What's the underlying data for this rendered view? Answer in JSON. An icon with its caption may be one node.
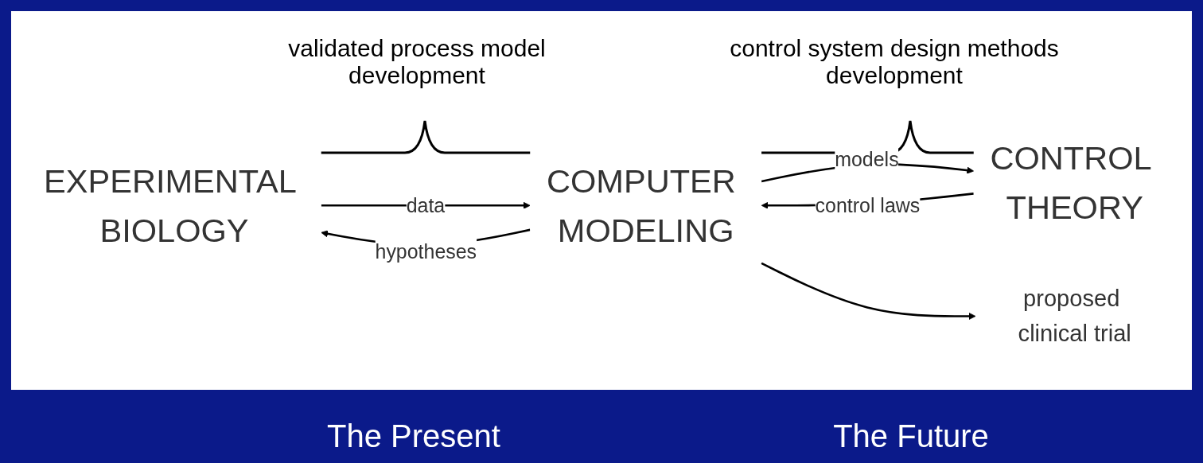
{
  "diagram": {
    "nodes": [
      {
        "text": [
          "EXPERIMENTAL BIOLOGY"
        ]
      },
      {
        "text": [
          "COMPUTER MODELING"
        ]
      },
      {
        "text": [
          "CONTROL THEORY"
        ]
      },
      {
        "text": [
          "proposed clinical trial"
        ]
      }
    ],
    "edges": [
      {
        "from": 1,
        "to": 0,
        "arrow": "to",
        "label": "hypotheses"
      },
      {
        "from": 0,
        "to": 1,
        "arrow": "to",
        "label": "data"
      },
      {
        "from": 1,
        "to": 2,
        "arrow": "to",
        "label": "models"
      },
      {
        "from": 2,
        "to": 1,
        "arrow": "to",
        "label": "control laws"
      },
      {
        "from": 1,
        "to": 3,
        "arrow": "to"
      }
    ],
    "labels": [
      "validated process model development",
      "control system design methods development",
      "The Present",
      "The Future"
    ]
  }
}
